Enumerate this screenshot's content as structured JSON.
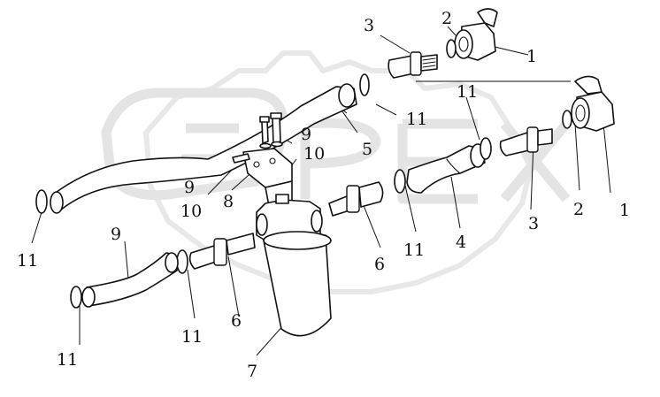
{
  "diagram": {
    "type": "exploded-parts-drawing",
    "callouts": [
      "1",
      "2",
      "3",
      "1",
      "2",
      "3",
      "4",
      "5",
      "6",
      "6",
      "7",
      "8",
      "9",
      "10",
      "9",
      "10",
      "9",
      "11",
      "11",
      "11",
      "11",
      "11",
      "11",
      "11"
    ]
  }
}
